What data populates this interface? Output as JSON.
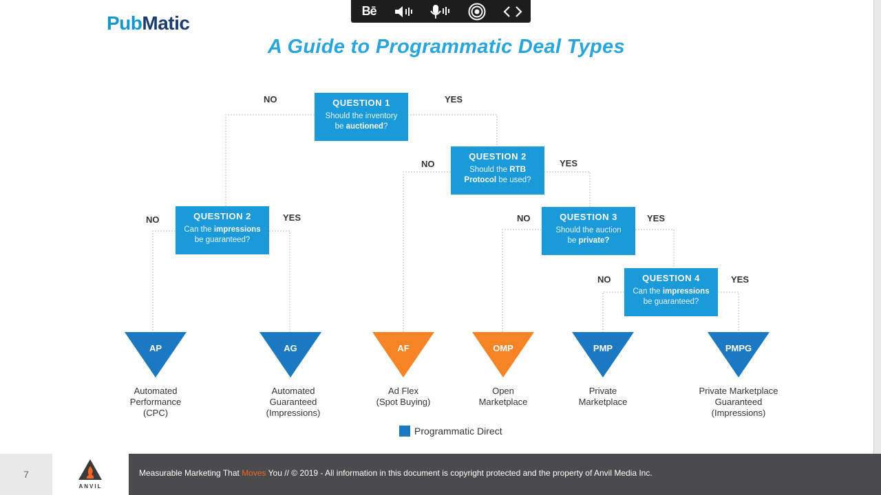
{
  "toolbar": {
    "items": [
      {
        "name": "behance-icon",
        "text": "Bē"
      },
      {
        "name": "speaker-icon"
      },
      {
        "name": "microphone-icon"
      },
      {
        "name": "broadcast-icon"
      },
      {
        "name": "code-brackets-icon"
      }
    ]
  },
  "logo": {
    "part1": "Pub",
    "part2": "Matic"
  },
  "title": "A Guide to Programmatic Deal Types",
  "questions": [
    {
      "id": "q1",
      "title": "QUESTION 1",
      "line1_pre": "Should the inventory",
      "line2_pre": "be ",
      "line2_bold": "auctioned",
      "line2_post": "?"
    },
    {
      "id": "q2a",
      "title": "QUESTION 2",
      "line1_pre": "Can the ",
      "line1_bold": "impressions",
      "line2_pre": "be guaranteed?"
    },
    {
      "id": "q2b",
      "title": "QUESTION 2",
      "line1_pre": "Should the ",
      "line1_bold": "RTB",
      "line2_bold": "Protocol",
      "line2_post": " be used?"
    },
    {
      "id": "q3",
      "title": "QUESTION 3",
      "line1_pre": "Should the auction",
      "line2_pre": "be ",
      "line2_bold": "private?"
    },
    {
      "id": "q4",
      "title": "QUESTION 4",
      "line1_pre": "Can the ",
      "line1_bold": "impressions",
      "line2_pre": "be guaranteed?"
    }
  ],
  "answers": {
    "no": "NO",
    "yes": "YES"
  },
  "deals": [
    {
      "code": "AP",
      "name": [
        "Automated",
        "Performance",
        "(CPC)"
      ],
      "color": "#1a79c0"
    },
    {
      "code": "AG",
      "name": [
        "Automated",
        "Guaranteed",
        "(Impressions)"
      ],
      "color": "#1a79c0"
    },
    {
      "code": "AF",
      "name": [
        "Ad Flex",
        "(Spot Buying)"
      ],
      "color": "#f58426"
    },
    {
      "code": "OMP",
      "name": [
        "Open",
        "Marketplace"
      ],
      "color": "#f58426"
    },
    {
      "code": "PMP",
      "name": [
        "Private",
        "Marketplace"
      ],
      "color": "#1a79c0"
    },
    {
      "code": "PMPG",
      "name": [
        "Private Marketplace",
        "Guaranteed",
        "(Impressions)"
      ],
      "color": "#1a79c0"
    }
  ],
  "legend": {
    "label": "Programmatic Direct",
    "color": "#1a79c0"
  },
  "footer": {
    "page": "7",
    "brand": "ANVIL",
    "text_pre": "Measurable Marketing That ",
    "text_highlight": "Moves",
    "text_post": " You // © 2019 - All information in this document is copyright protected and the property of Anvil Media Inc."
  }
}
